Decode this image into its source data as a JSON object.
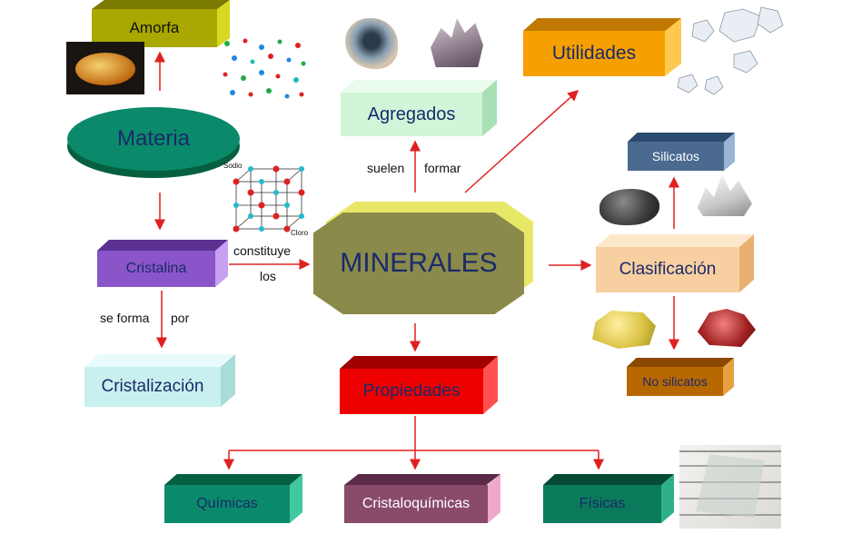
{
  "nodes": {
    "amorfa": "Amorfa",
    "materia": "Materia",
    "cristalina": "Cristalina",
    "cristalizacion": "Cristalización",
    "minerales": "MINERALES",
    "agregados": "Agregados",
    "utilidades": "Utilidades",
    "clasificacion": "Clasificación",
    "silicatos": "Silicatos",
    "no_silicatos": "No silicatos",
    "propiedades": "Propiedades",
    "quimicas": "Químicas",
    "cristaloquimicas": "Cristaloquímicas",
    "fisicas": "Físicas"
  },
  "links": {
    "suelen": "suelen",
    "formar": "formar",
    "constituye": "constituye",
    "los": "los",
    "se_forma": "se forma",
    "por": "por"
  },
  "lattice": {
    "sodio": "Sodio",
    "cloro": "Cloro"
  },
  "colors": {
    "arrow": "#e02020",
    "amorfa": "#a8a800",
    "materia": "#0a8a6a",
    "cristalina": "#8a55c8",
    "cristalizacion": "#c8f0ee",
    "minerales": "#8a8a4a",
    "agregados": "#d0f5d8",
    "utilidades": "#f5a000",
    "clasificacion": "#f8cfa0",
    "silicatos": "#4a6a90",
    "no_silicatos": "#b86800",
    "propiedades": "#ee0000",
    "quimicas": "#0a8a6a",
    "cristaloquimicas": "#8a4a6a",
    "fisicas": "#0a7a5a"
  }
}
